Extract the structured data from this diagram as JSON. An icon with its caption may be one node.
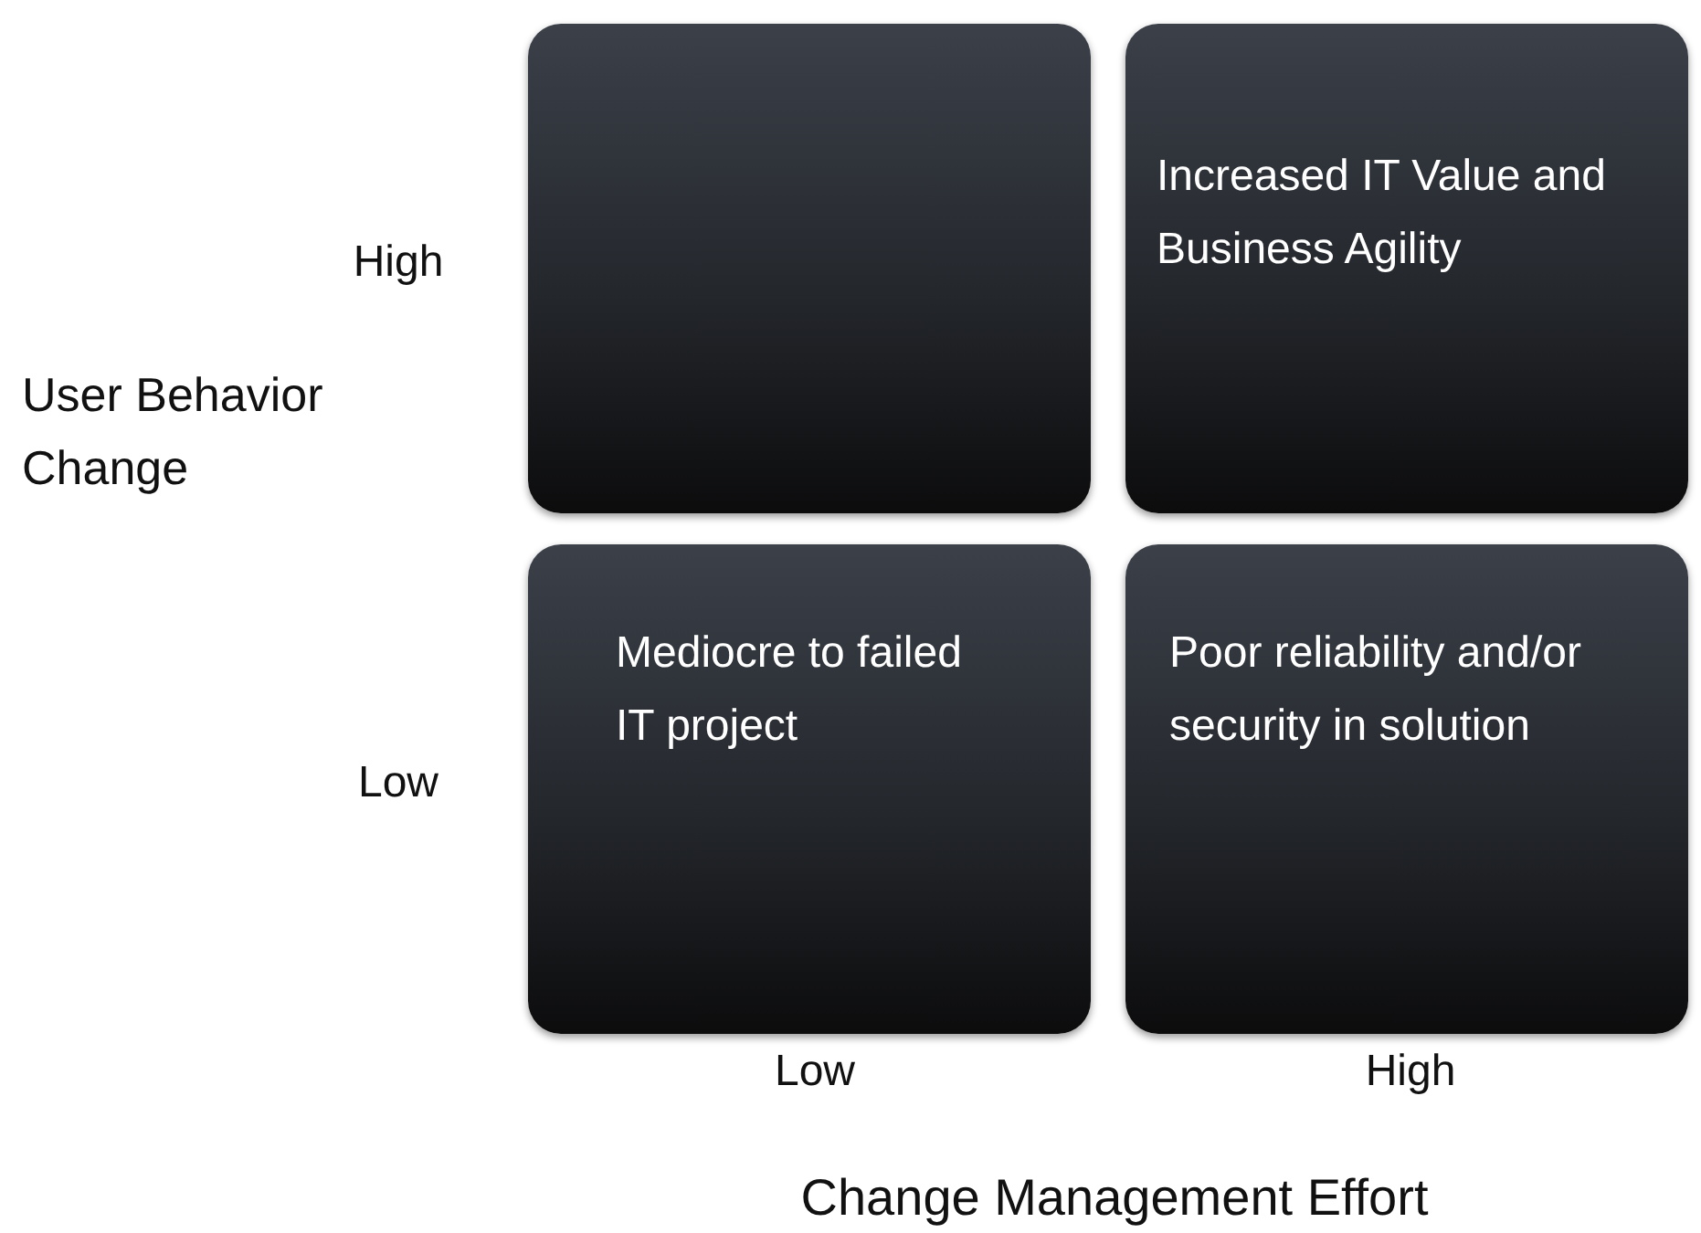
{
  "diagram": {
    "nodes": [
      {
        "text": [],
        "shape": "box"
      },
      {
        "text": [
          "Increased IT Value and Business Agility"
        ]
      },
      {
        "text": [
          "Mediocre to failed IT project"
        ]
      },
      {
        "text": [
          "Poor reliability and/or security in solution"
        ]
      }
    ],
    "edges": [],
    "labels": [
      "High",
      "User Behavior Change",
      "Low",
      "Low",
      "High",
      "Change Management Effort"
    ]
  }
}
